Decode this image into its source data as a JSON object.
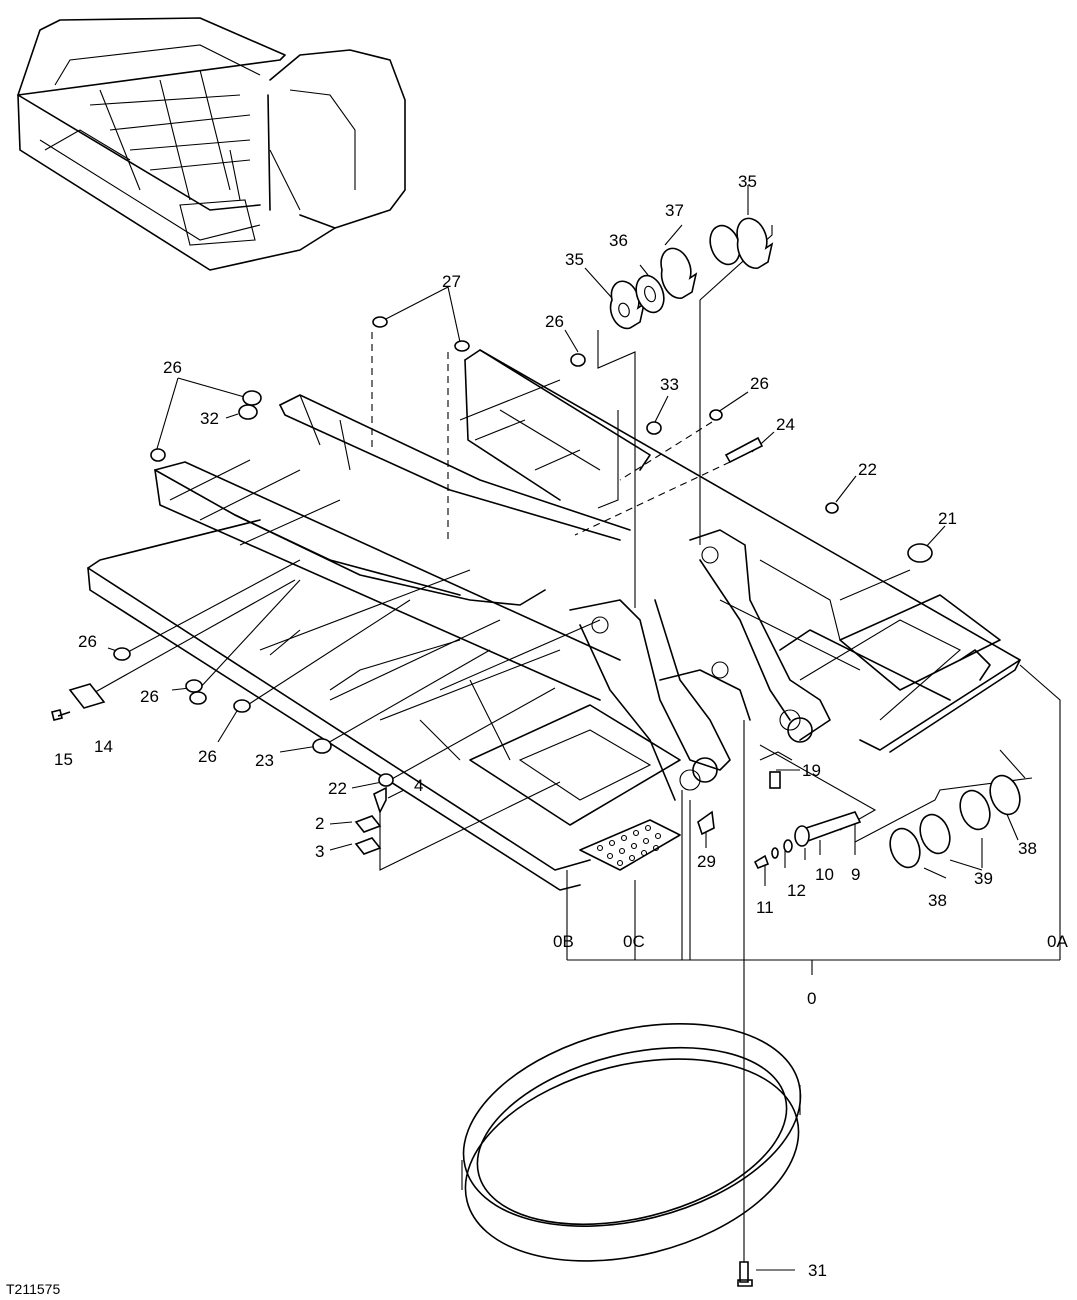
{
  "figure_id": "T211575",
  "callouts": {
    "c35a": "35",
    "c36": "36",
    "c37": "37",
    "c35b": "35",
    "c27": "27",
    "c26top": "26",
    "c26left": "26",
    "c32": "32",
    "c33": "33",
    "c26mid": "26",
    "c24": "24",
    "c22top": "22",
    "c21": "21",
    "c26a": "26",
    "c14": "14",
    "c15": "15",
    "c26b": "26",
    "c26c": "26",
    "c23": "23",
    "c22": "22",
    "c4": "4",
    "c2": "2",
    "c3": "3",
    "c19": "19",
    "c29": "29",
    "c9": "9",
    "c10": "10",
    "c12": "12",
    "c11": "11",
    "c38a": "38",
    "c39": "39",
    "c38b": "38",
    "c0B": "0B",
    "c0C": "0C",
    "c0A": "0A",
    "c0": "0",
    "c31": "31"
  }
}
